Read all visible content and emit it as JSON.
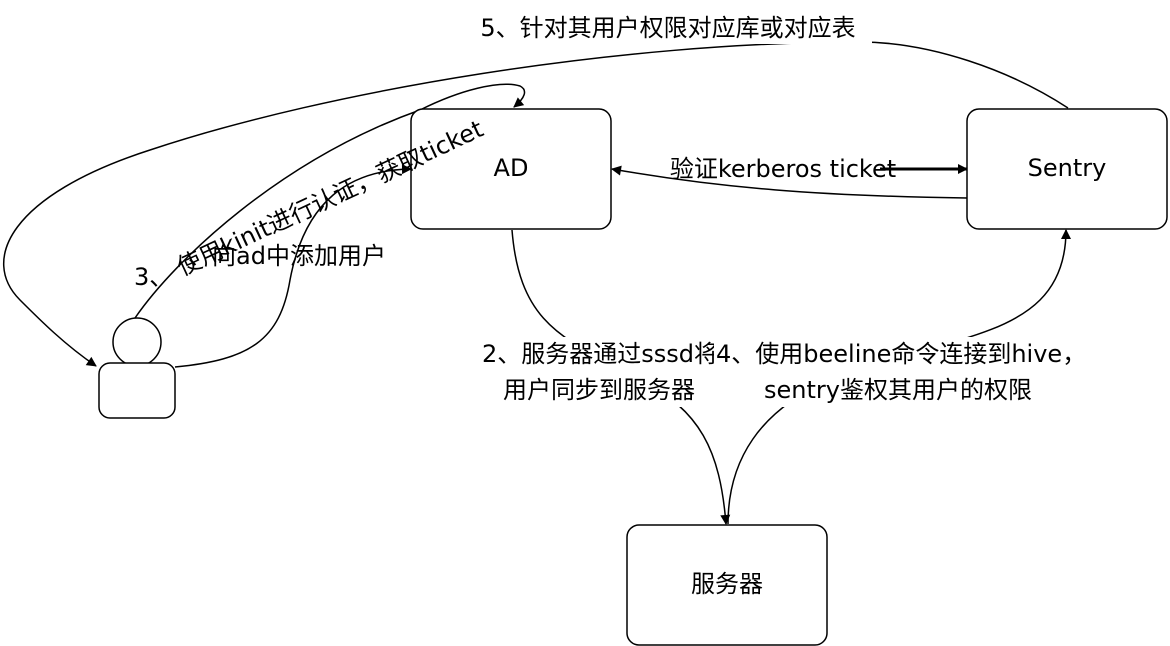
{
  "nodes": {
    "ad": {
      "label": "AD"
    },
    "sentry": {
      "label": "Sentry"
    },
    "server": {
      "label": "服务器"
    }
  },
  "edges": {
    "step5": {
      "label": "5、针对其用户权限对应库或对应表"
    },
    "verify": {
      "label": "验证kerberos ticket"
    },
    "step3_prefix": {
      "label": "3、"
    },
    "step3_kinit": {
      "label": "使用kinit进行认证，获取ticket"
    },
    "step1_add": {
      "label": "、向ad中添加用户"
    },
    "step2_line1": {
      "label": "2、服务器通过sssd将"
    },
    "step2_line2": {
      "label": "用户同步到服务器"
    },
    "step4_line1": {
      "label": "4、使用beeline命令连接到hive，"
    },
    "step4_line2": {
      "label": "sentry鉴权其用户的权限"
    }
  }
}
